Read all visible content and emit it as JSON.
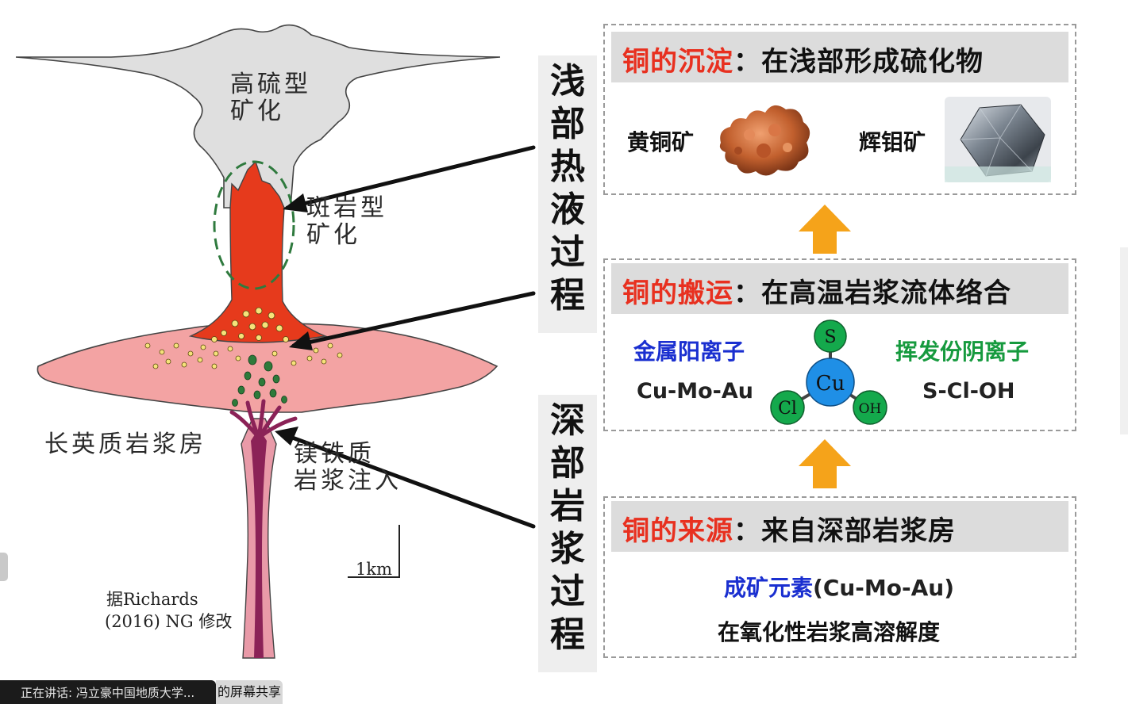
{
  "diagram": {
    "labels": {
      "high_sulfidation_1": "高硫型",
      "high_sulfidation_2": "矿化",
      "porphyry_1": "斑岩型",
      "porphyry_2": "矿化",
      "felsic_chamber": "长英质岩浆房",
      "mafic_1": "镁铁质",
      "mafic_2": "岩浆注入",
      "scale": "1km",
      "source_1": "据Richards",
      "source_2": "(2016) NG 修改"
    },
    "colors": {
      "plume": "#dfdfdf",
      "stock": "#e63a1c",
      "chamber": "#f3a3a3",
      "mafic": "#8b2257",
      "ellipse": "#2f7a3e"
    }
  },
  "process": {
    "shallow": [
      "浅",
      "部",
      "热",
      "液",
      "过",
      "程"
    ],
    "deep": [
      "深",
      "部",
      "岩",
      "浆",
      "过",
      "程"
    ]
  },
  "panels": {
    "precipitation": {
      "title_key": "铜的沉淀",
      "title_rest": "：在浅部形成硫化物",
      "mineral_1": "黄铜矿",
      "mineral_2": "辉钼矿"
    },
    "transport": {
      "title_key": "铜的搬运",
      "title_rest": "：在高温岩浆流体络合",
      "cation_label": "金属阳离子",
      "cation_value": "Cu-Mo-Au",
      "anion_label": "挥发份阴离子",
      "anion_value": "S-Cl-OH",
      "molecule": {
        "center": "Cu",
        "top": "S",
        "left": "Cl",
        "right": "OH"
      }
    },
    "source": {
      "title_key": "铜的来源",
      "title_rest": "：来自深部岩浆房",
      "line1_key": "成矿元素",
      "line1_rest": "(Cu-Mo-Au)",
      "line2": "在氧化性岩浆高溶解度"
    }
  },
  "colors": {
    "accent_red": "#e8301f",
    "accent_blue": "#1a2fd0",
    "accent_green": "#169a3e",
    "arrow": "#f5a31a"
  },
  "statusbar": {
    "speaking": "正在讲话: 冯立豪中国地质大学...",
    "share": "的屏幕共享"
  }
}
